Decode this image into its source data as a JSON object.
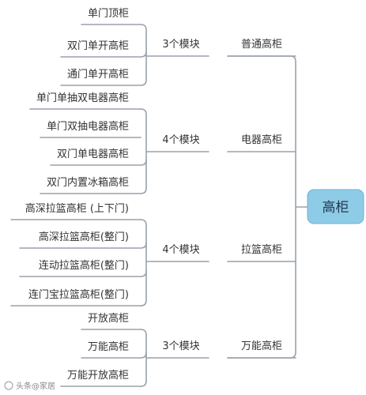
{
  "root": {
    "label": "高柜",
    "fill": "#8ecbe6",
    "stroke": "#6fb3d2"
  },
  "connector_color": "#9aa1ab",
  "groups": [
    {
      "category": "普通高柜",
      "module": "3个模块",
      "leaves": [
        "单门顶柜",
        "双门单开高柜",
        "通门单开高柜"
      ]
    },
    {
      "category": "电器高柜",
      "module": "4个模块",
      "leaves": [
        "单门单抽双电器高柜",
        "单门双抽电器高柜",
        "双门单电器高柜",
        "双门内置冰箱高柜"
      ]
    },
    {
      "category": "拉篮高柜",
      "module": "4个模块",
      "leaves": [
        "高深拉篮高柜 (上下门)",
        "高深拉篮高柜(整门)",
        "连动拉篮高柜(整门)",
        "连门宝拉篮高柜(整门)"
      ]
    },
    {
      "category": "万能高柜",
      "module": "3个模块",
      "leaves": [
        "开放高柜",
        "万能高柜",
        "万能开放高柜"
      ]
    }
  ],
  "watermark": {
    "text": "头条@家居"
  }
}
